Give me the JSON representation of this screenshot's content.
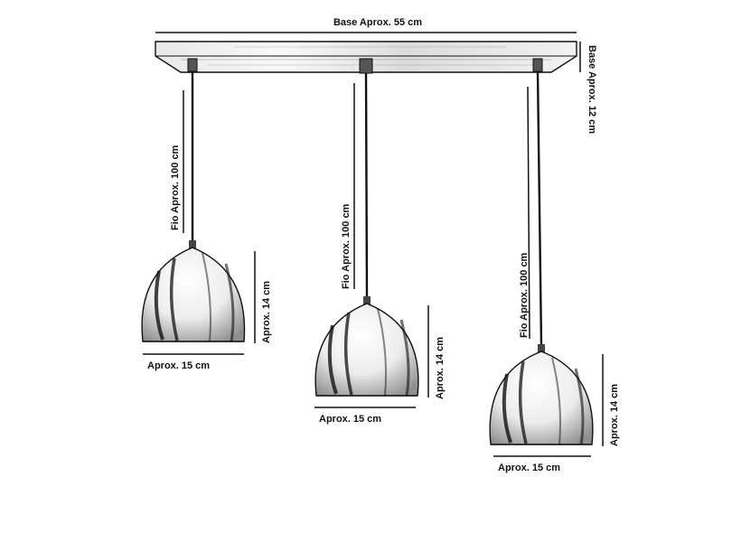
{
  "labels": {
    "base_width": "Base Aprox. 55 cm",
    "base_depth": "Base Aprox. 12 cm",
    "wire_left": "Fio Aprox. 100 cm",
    "wire_center": "Fio Aprox. 100 cm",
    "wire_right": "Fio Aprox. 100 cm",
    "height_left": "Aprox. 14 cm",
    "height_center": "Aprox. 14 cm",
    "height_right": "Aprox. 14 cm",
    "width_left": "Aprox. 15 cm",
    "width_center": "Aprox. 15 cm",
    "width_right": "Aprox. 15 cm"
  },
  "colors": {
    "line": "#111111",
    "wood_light": "#f4f4f4",
    "wood_dark": "#bdbdbd",
    "shade_hi": "#ffffff",
    "shade_lo": "#9a9a9a"
  }
}
